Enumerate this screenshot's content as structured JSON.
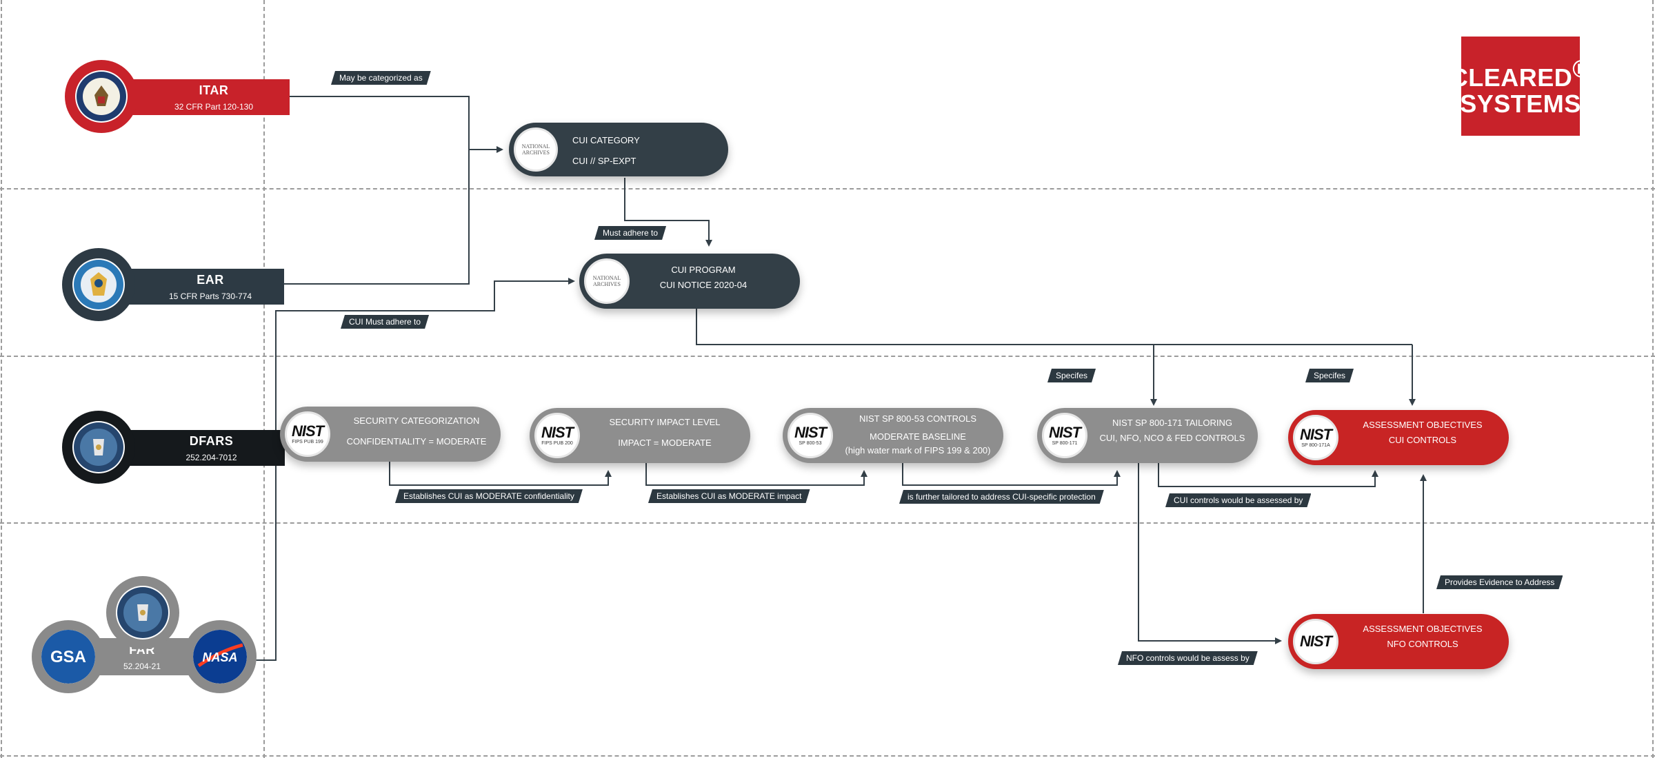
{
  "brand": {
    "line1": "CLEARED",
    "line2": "SYSTEMS",
    "registered": "®",
    "color": "#c8222a"
  },
  "regulations": [
    {
      "id": "itar",
      "title": "ITAR",
      "subtitle": "32 CFR Part 120-130",
      "seal_icon": "state-department-seal-icon"
    },
    {
      "id": "ear",
      "title": "EAR",
      "subtitle": "15 CFR Parts 730-774",
      "seal_icon": "commerce-department-seal-icon"
    },
    {
      "id": "dfars",
      "title": "DFARS",
      "subtitle": "252.204-7012",
      "seal_icon": "defense-department-seal-icon"
    },
    {
      "id": "far",
      "title": "FAR",
      "subtitle": "52.204-21",
      "seal_icons": [
        "gsa-logo-icon",
        "defense-department-seal-icon",
        "nasa-logo-icon"
      ],
      "gsa_text": "GSA",
      "nasa_text": "NASA"
    }
  ],
  "nodes": {
    "cui_category": {
      "line1": "CUI CATEGORY",
      "line2": "CUI // SP-EXPT",
      "logo": "national-archives-logo-icon"
    },
    "cui_program": {
      "line1": "CUI PROGRAM",
      "line2": "CUI NOTICE 2020-04",
      "logo": "national-archives-logo-icon"
    },
    "security_categorization": {
      "line1": "SECURITY CATEGORIZATION",
      "line2": "CONFIDENTIALITY = MODERATE",
      "logo_word": "NIST",
      "logo_sub": "FIPS PUB 199"
    },
    "security_impact": {
      "line1": "SECURITY IMPACT LEVEL",
      "line2": "IMPACT = MODERATE",
      "logo_word": "NIST",
      "logo_sub": "FIPS PUB 200"
    },
    "sp800_53": {
      "line1": "NIST SP 800-53 CONTROLS",
      "line2": "MODERATE BASELINE",
      "line3": "(high water mark of FIPS 199 & 200)",
      "logo_word": "NIST",
      "logo_sub": "SP 800-53"
    },
    "sp800_171": {
      "line1": "NIST SP 800-171 TAILORING",
      "line2": "CUI, NFO, NCO & FED CONTROLS",
      "logo_word": "NIST",
      "logo_sub": "SP 800-171"
    },
    "ao_cui": {
      "line1": "ASSESSMENT OBJECTIVES",
      "line2": "CUI CONTROLS",
      "logo_word": "NIST",
      "logo_sub": "SP 800-171A"
    },
    "ao_nfo": {
      "line1": "ASSESSMENT OBJECTIVES",
      "line2": "NFO CONTROLS",
      "logo_word": "NIST",
      "logo_sub": ""
    }
  },
  "archives_text": "NATIONAL ARCHIVES",
  "edge_labels": {
    "categorized": "May be categorized as",
    "must_adhere": "Must adhere to",
    "cui_must_adhere": "CUI Must adhere to",
    "specifies_1": "Specifes",
    "specifies_2": "Specifes",
    "establishes_conf": "Establishes CUI as MODERATE confidentiality",
    "establishes_impact": "Establishes CUI as MODERATE impact",
    "further_tailored": "is further tailored to address CUI-specific protection",
    "cui_assessed": "CUI controls would be assessed by",
    "nfo_assessed": "NFO controls would be assess by",
    "provides_evidence": "Provides Evidence to Address"
  },
  "colors": {
    "dark_node": "#333f47",
    "gray_node": "#8e8e8e",
    "red_node": "#c82424",
    "line": "#333f47",
    "itar_red": "#c8222a",
    "ear_dark": "#2d3a44",
    "dfars_black": "#15191c",
    "far_gray": "#8a8a8a"
  }
}
